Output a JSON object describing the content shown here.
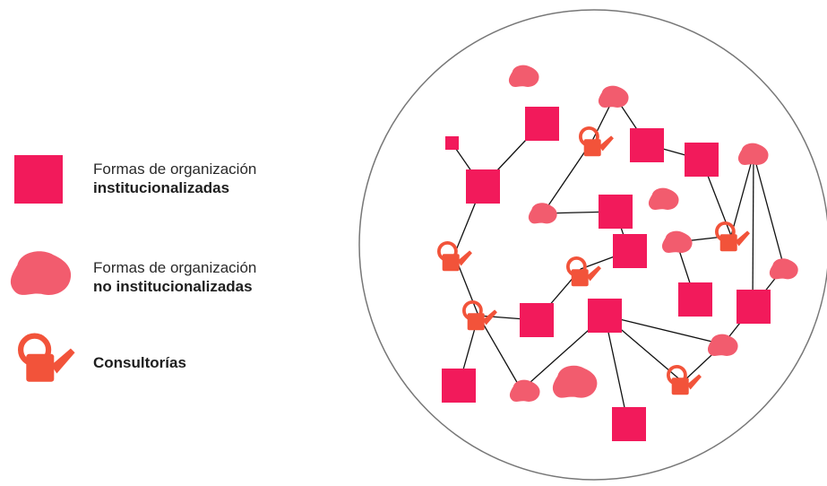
{
  "legend": [
    {
      "icon": "square-icon",
      "line1": "Formas de organización",
      "line2": "institucionalizadas"
    },
    {
      "icon": "blob-icon",
      "line1": "Formas de organización",
      "line2": "no institucionalizadas"
    },
    {
      "icon": "watering-can-icon",
      "line1": "",
      "line2": "Consultorías"
    }
  ],
  "colors": {
    "square": "#f21a5b",
    "blob": "#f25c6e",
    "can": "#f2533a",
    "line": "#111111",
    "circle": "#777777"
  }
}
